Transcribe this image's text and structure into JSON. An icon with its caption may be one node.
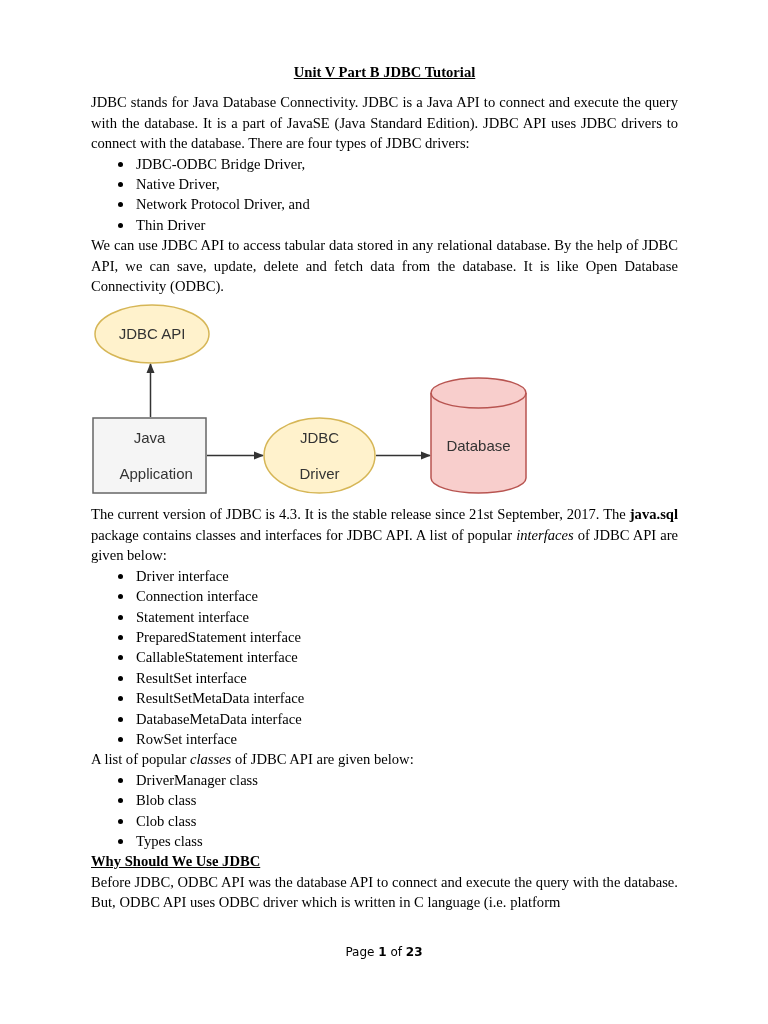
{
  "diagram": {
    "title": "Unit V Part B JDBC Tutorial",
    "nodes": [
      {
        "text": [
          "JDBC API"
        ]
      },
      {
        "text": [
          "Java Application"
        ]
      },
      {
        "text": [
          "JDBC Driver"
        ]
      },
      {
        "text": [
          "Database"
        ]
      }
    ],
    "edges": [
      {
        "from": 1,
        "to": 0,
        "arrow": "to"
      },
      {
        "from": 1,
        "to": 2,
        "arrow": "to"
      },
      {
        "from": 2,
        "to": 3,
        "arrow": "to"
      }
    ],
    "labels": [
      "JDBC stands for Java Database Connectivity. JDBC is a Java API to connect and execute the query with the database. It is a part of JavaSE (Java Standard Edition). JDBC API uses JDBC drivers to connect with the database. There are four types of JDBC drivers:",
      "JDBC-ODBC Bridge Driver,",
      "Native Driver,",
      "Network Protocol Driver, and",
      "Thin Driver",
      "We can use JDBC API to access tabular data stored in any relational database. By the help of JDBC API, we can save, update, delete and fetch data from the database. It is like Open Database Connectivity (ODBC).",
      "The current version of JDBC is 4.3. It is the stable release since 21st September, 2017. The **java.sql** package contains classes and interfaces for JDBC API. A list of popular *interfaces* of JDBC API are given below:",
      "Driver interface",
      "Connection interface",
      "Statement interface",
      "PreparedStatement interface",
      "CallableStatement interface",
      "ResultSet interface",
      "ResultSetMetaData interface",
      "DatabaseMetaData interface",
      "RowSet interface",
      "A list of popular *classes* of JDBC API are given below:",
      "DriverManager class",
      "Blob class",
      "Clob class",
      "Types class",
      "Why Should We Use JDBC",
      "Before JDBC, ODBC API was the database API to connect and execute the query with the database. But, ODBC API uses ODBC driver which is written in C language (i.e. platform",
      "Page **1** of **23**"
    ]
  }
}
